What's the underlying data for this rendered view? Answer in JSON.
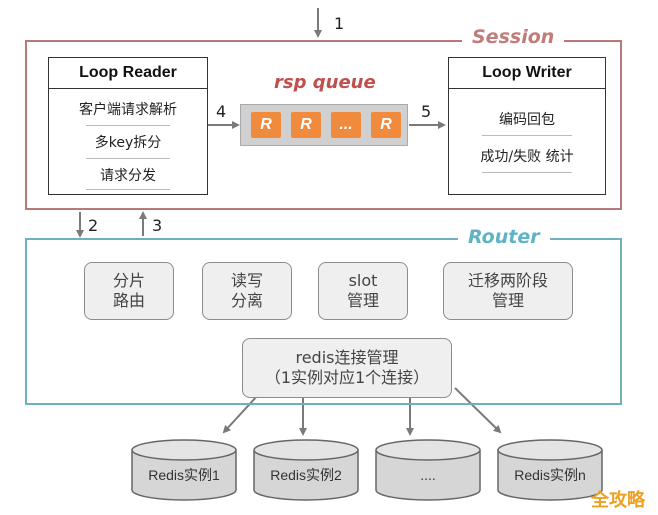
{
  "session": {
    "title": "Session"
  },
  "router": {
    "title": "Router"
  },
  "loop_reader": {
    "title": "Loop Reader",
    "lines": [
      "客户端请求解析",
      "多key拆分",
      "请求分发"
    ]
  },
  "loop_writer": {
    "title": "Loop Writer",
    "lines": [
      "编码回包",
      "成功/失败 统计"
    ]
  },
  "rsp_queue": {
    "title": "rsp queue",
    "items": [
      "R",
      "R",
      "...",
      "R"
    ],
    "color": "#f08a3c"
  },
  "arrows": {
    "a1": "1",
    "a2": "2",
    "a3": "3",
    "a4": "4",
    "a5": "5"
  },
  "router_boxes": {
    "shard": [
      "分片",
      "路由"
    ],
    "rw": [
      "读写",
      "分离"
    ],
    "slot": [
      "slot",
      "管理"
    ],
    "migrate": [
      "迁移两阶段",
      "管理"
    ],
    "conn": [
      "redis连接管理",
      "（1实例对应1个连接）"
    ]
  },
  "instances": [
    "Redis实例1",
    "Redis实例2",
    "....",
    "Redis实例n"
  ],
  "watermark": "全攻略",
  "colors": {
    "session_border": "#b87a78",
    "router_border": "#6fb0bd",
    "rsp_title": "#c0504d"
  }
}
